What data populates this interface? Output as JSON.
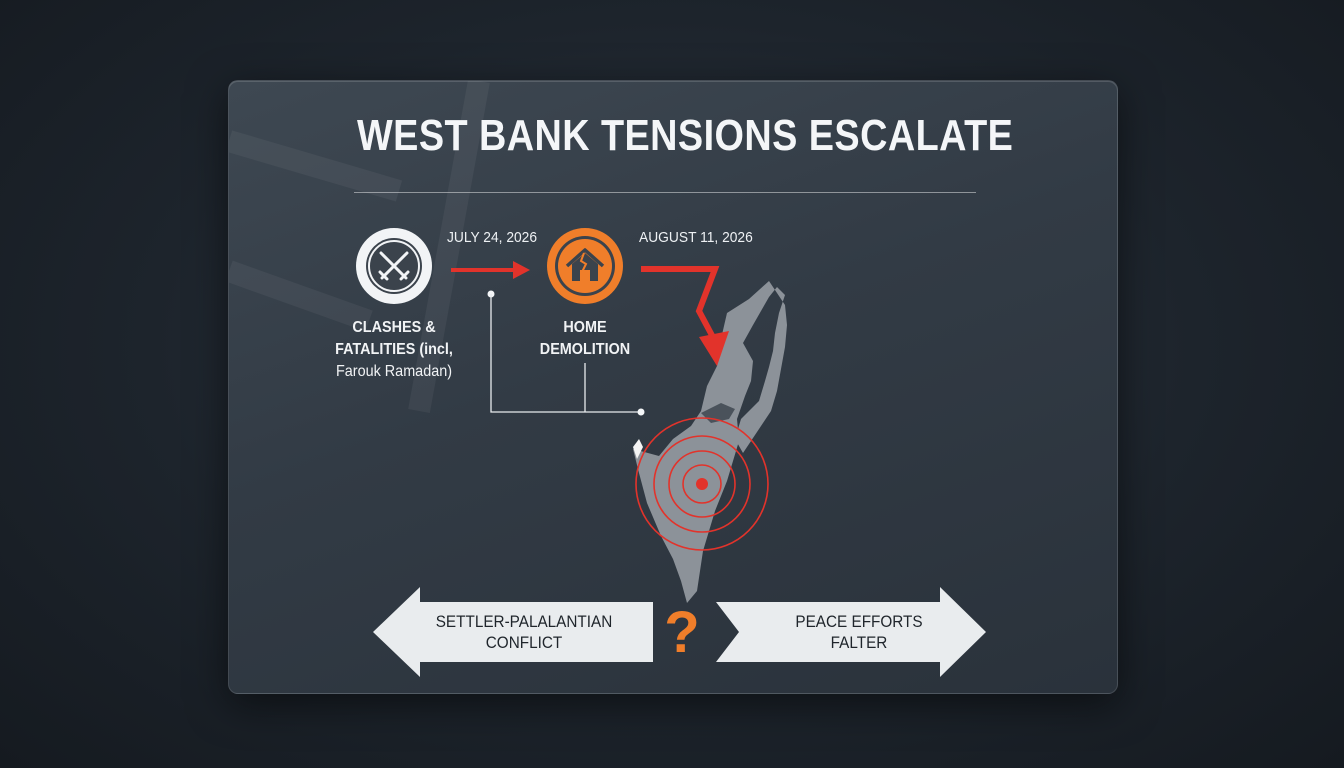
{
  "title": "WEST BANK TENSIONS ESCALATE",
  "events": [
    {
      "date": "JULY 24, 2026",
      "icon": "crossed-swords-icon",
      "label_line1": "CLASHES &",
      "label_line2": "FATALITIES (incl,",
      "label_line3": "Farouk Ramadan)"
    },
    {
      "date": "AUGUST 11, 2026",
      "icon": "damaged-house-icon",
      "label_line1": "HOME",
      "label_line2": "DEMOLITION"
    }
  ],
  "outcomes": {
    "left_line1": "SETTLER-PALALANTIAN",
    "left_line2": "CONFLICT",
    "center_symbol": "?",
    "right_line1": "PEACE EFFORTS",
    "right_line2": "FALTER"
  },
  "colors": {
    "accent_red": "#e2332b",
    "accent_orange": "#f07e2a",
    "map_gray": "#8c9299",
    "panel_bg": "#353e48",
    "arrow_fill": "#e9ecee"
  }
}
